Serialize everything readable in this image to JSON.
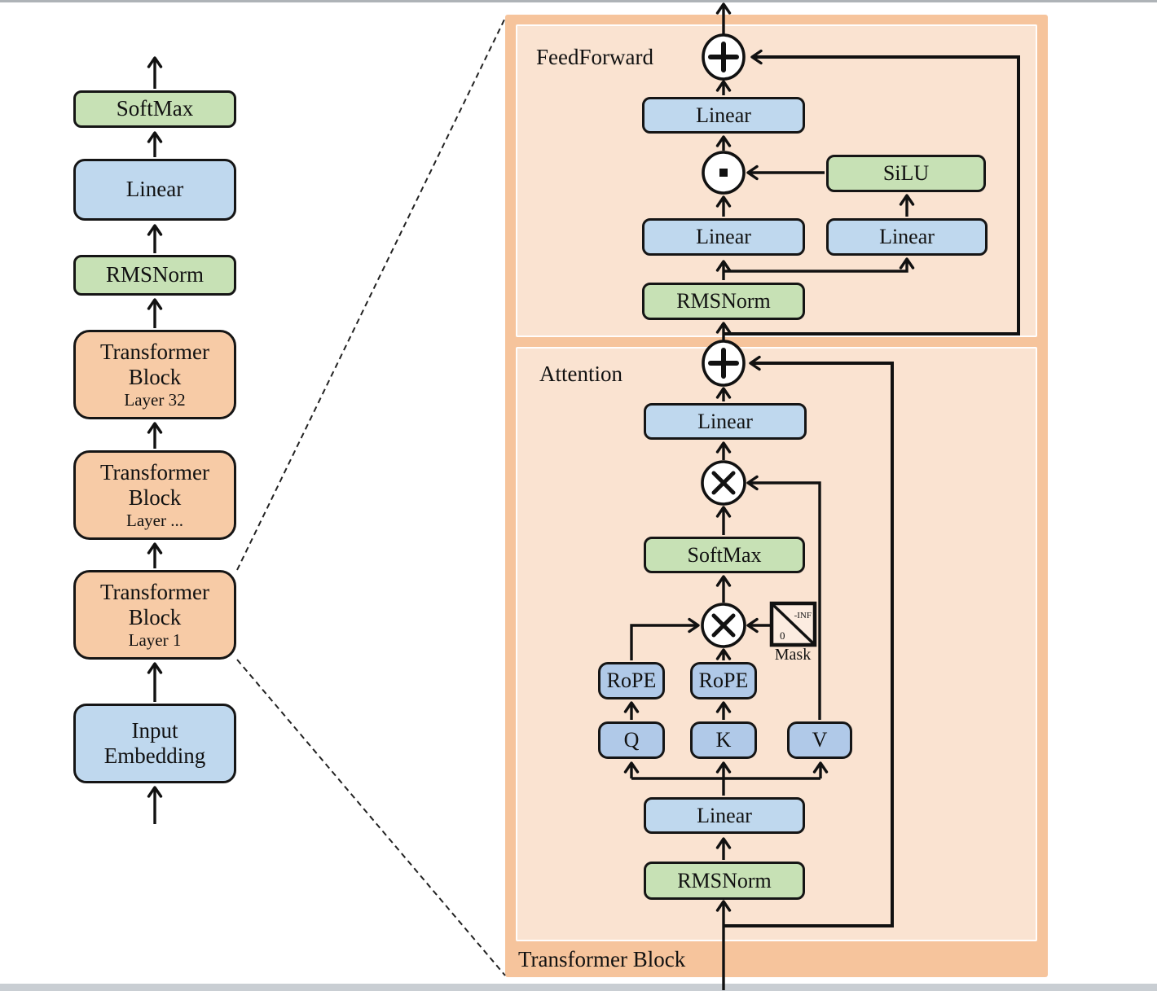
{
  "colors": {
    "panel_outer": "#f6c49c",
    "panel_inner": "#fae3d1",
    "box_blue": "#bfd8ee",
    "box_blue_small": "#b0c9e8",
    "box_green": "#c7e1b5",
    "box_orange": "#f7cba6",
    "line": "#111111"
  },
  "icons": {
    "add-op": "+",
    "matmul-op": "×",
    "elementwise-product-op": "·",
    "up-arrow": "↑"
  },
  "pipeline": {
    "softmax": "SoftMax",
    "linear": "Linear",
    "rmsnorm": "RMSNorm",
    "blocks": [
      {
        "line1": "Transformer",
        "line2": "Block",
        "layer": "Layer 32"
      },
      {
        "line1": "Transformer",
        "line2": "Block",
        "layer": "Layer ..."
      },
      {
        "line1": "Transformer",
        "line2": "Block",
        "layer": "Layer 1"
      }
    ],
    "input": {
      "line1": "Input",
      "line2": "Embedding"
    }
  },
  "block_detail": {
    "panel_label": "Transformer Block",
    "feedforward": {
      "label": "FeedForward",
      "linear_out": "Linear",
      "silu": "SiLU",
      "linear_left": "Linear",
      "linear_right": "Linear",
      "rmsnorm": "RMSNorm"
    },
    "attention": {
      "label": "Attention",
      "linear_out": "Linear",
      "softmax": "SoftMax",
      "mask": {
        "label": "Mask",
        "upper": "-INF",
        "lower": "0"
      },
      "rope_q": "RoPE",
      "rope_k": "RoPE",
      "q": "Q",
      "k": "K",
      "v": "V",
      "linear_in": "Linear",
      "rmsnorm": "RMSNorm"
    }
  }
}
